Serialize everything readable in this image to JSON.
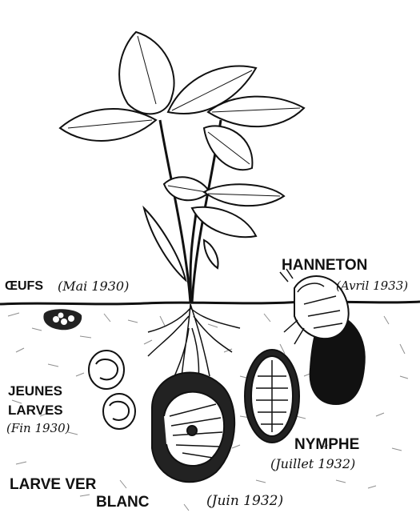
{
  "stages": {
    "eggs": {
      "name": "ŒUFS",
      "date": "(Mai 1930)"
    },
    "beetle": {
      "name": "HANNETON",
      "date": "(Avril 1933)"
    },
    "young_larvae": {
      "name_line1": "JEUNES",
      "name_line2": "LARVES",
      "date": "(Fin 1930)"
    },
    "pupa": {
      "name": "NYMPHE",
      "date": "(Juillet 1932)"
    },
    "white_grub": {
      "name_line1": "LARVE VER",
      "name_line2": "BLANC",
      "date": "(Juin 1932)"
    }
  },
  "colors": {
    "ink": "#111111",
    "paper": "#ffffff"
  }
}
